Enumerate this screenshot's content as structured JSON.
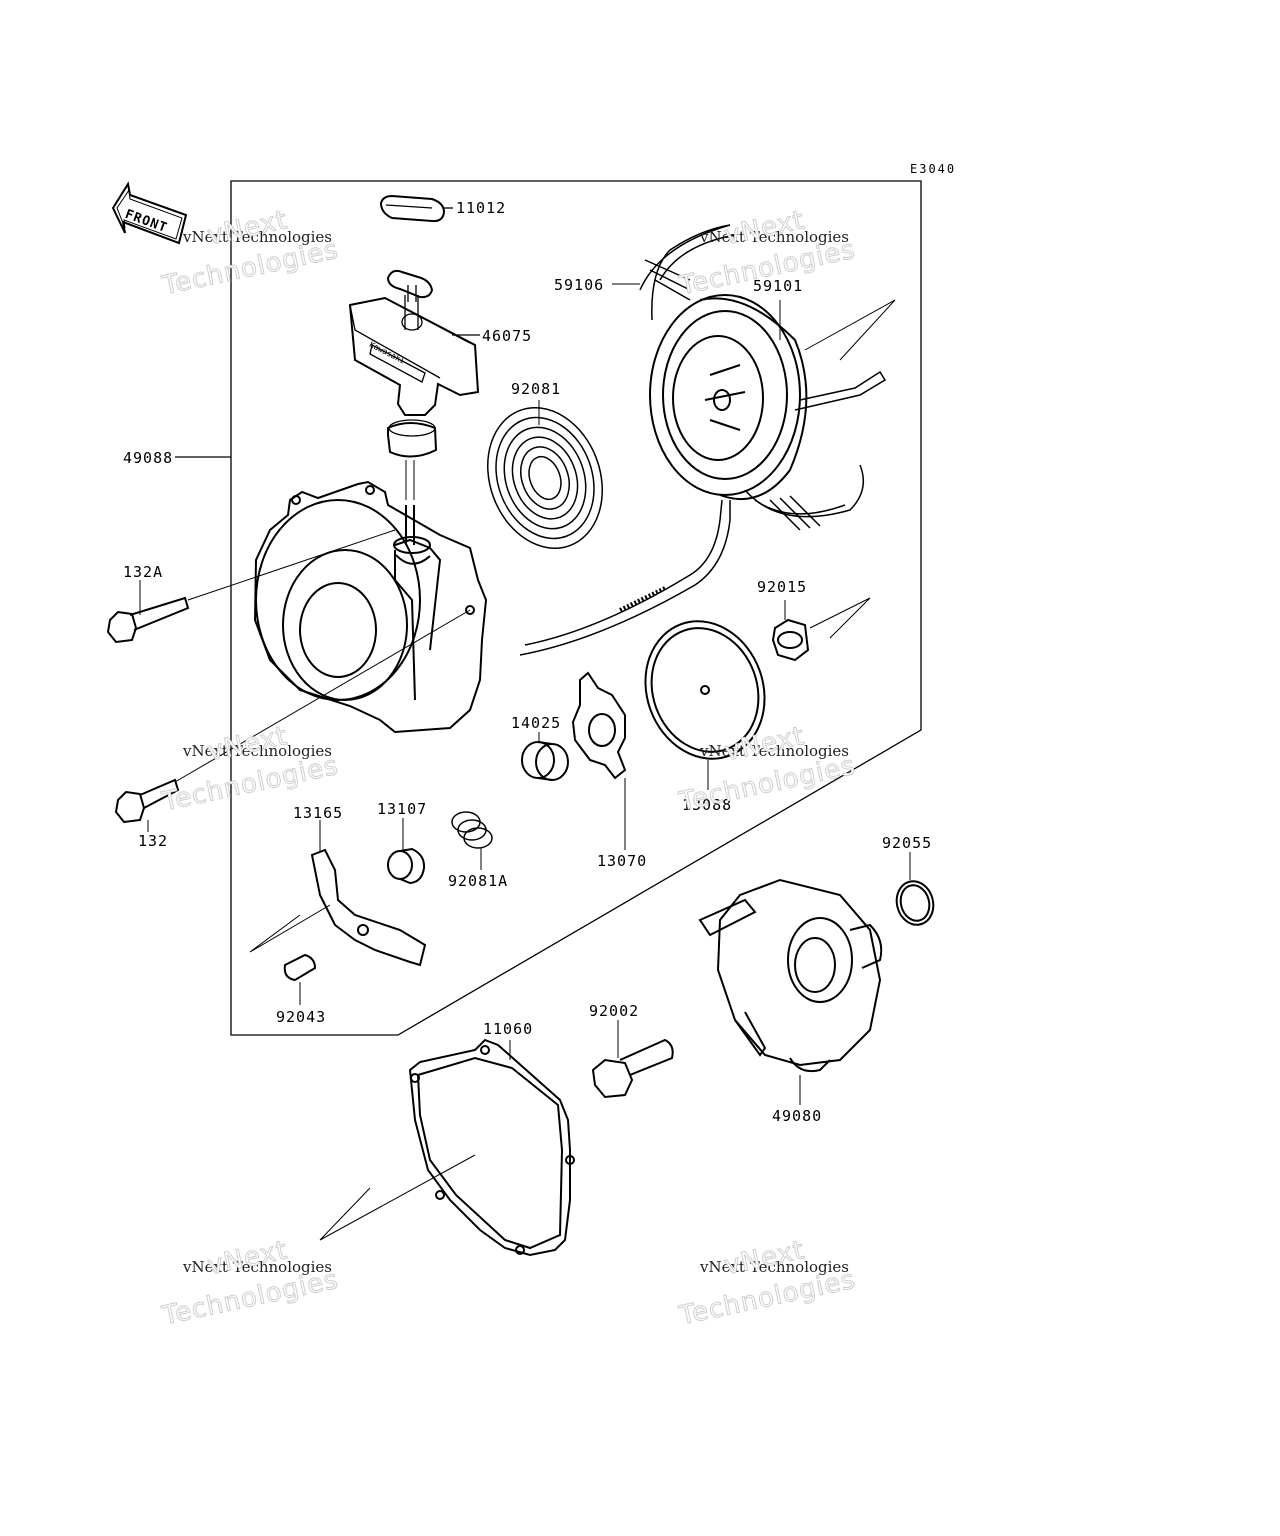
{
  "diagram_code": "E3040",
  "front_label": "FRONT",
  "watermark": {
    "line1": "vNext Technologies",
    "line2": "vNext",
    "line3": "Technologies"
  },
  "parts": {
    "p11012": "11012",
    "p59106": "59106",
    "p59101": "59101",
    "p46075": "46075",
    "p92081": "92081",
    "p49088": "49088",
    "p132A": "132A",
    "p92015": "92015",
    "p14025": "14025",
    "p13088": "13088",
    "p132": "132",
    "p13165": "13165",
    "p13107": "13107",
    "p92081A": "92081A",
    "p13070": "13070",
    "p92055": "92055",
    "p92043": "92043",
    "p11060": "11060",
    "p92002": "92002",
    "p49080": "49080"
  },
  "handle_text": "Kawasaki"
}
